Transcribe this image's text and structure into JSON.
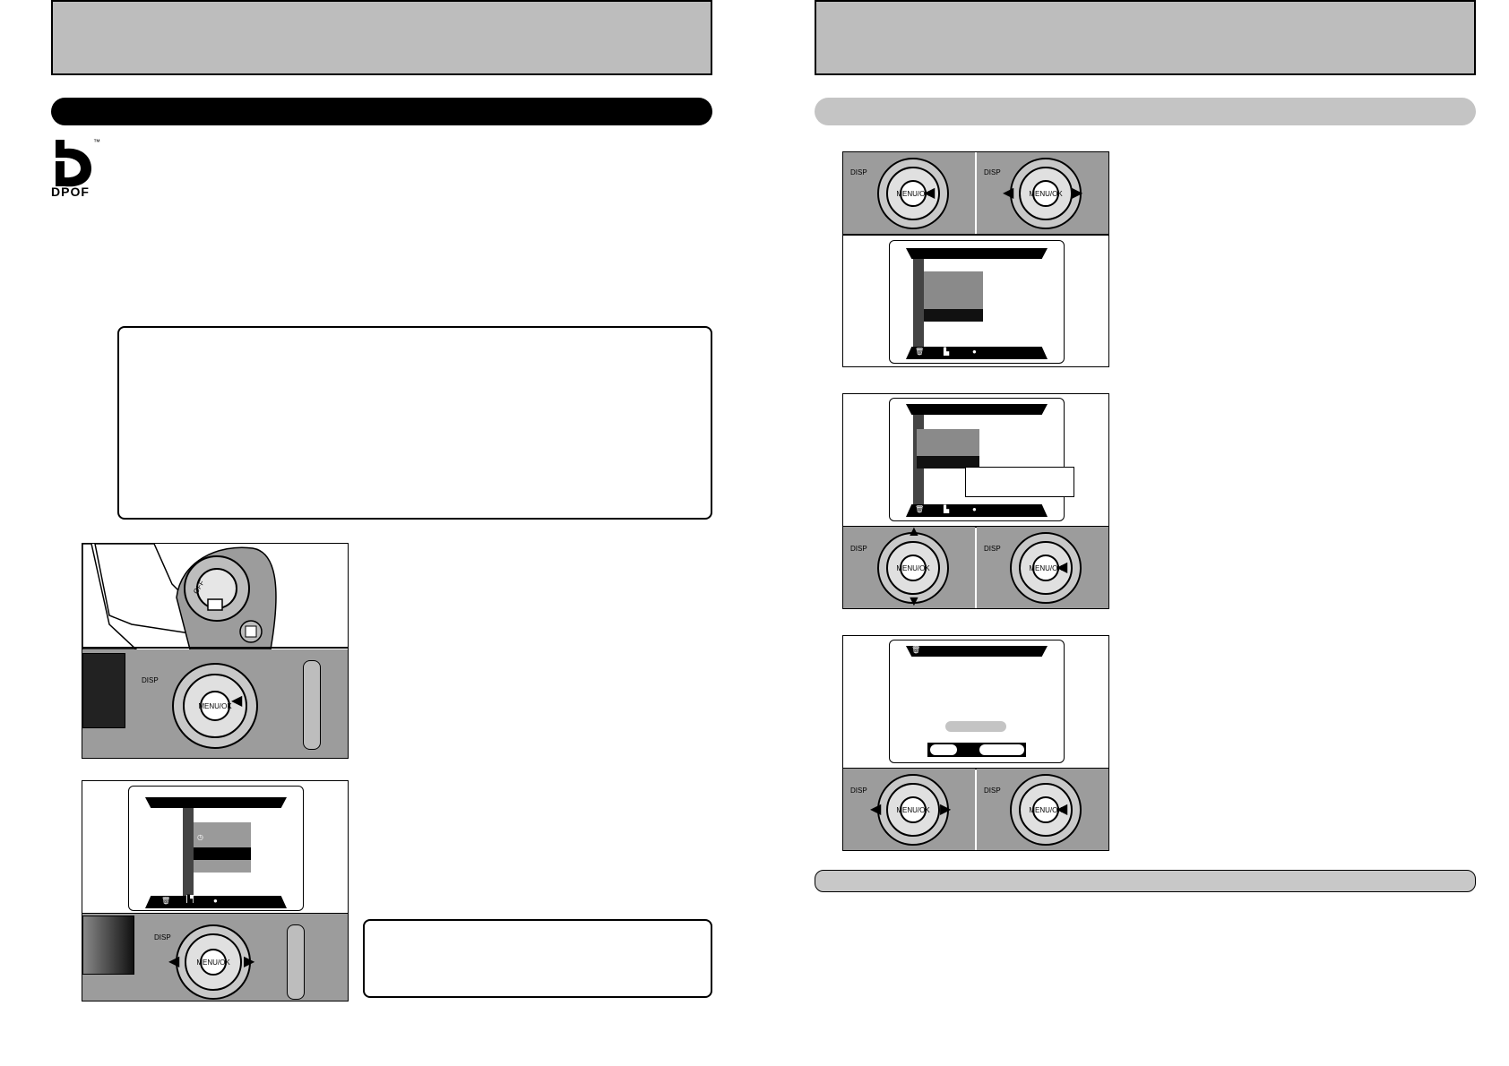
{
  "left_page": {
    "dpof_logo": {
      "text": "DPOF",
      "tm": "™"
    },
    "panel_cam_top": {
      "dial_label": "OFF",
      "disp_label": "DISP",
      "menu_label": "MENU/OK"
    },
    "panel_menu": {
      "disp_label": "DISP",
      "menu_label": "MENU/OK"
    }
  },
  "right_page": {
    "step1": {
      "disp_left": "DISP",
      "disp_right": "DISP",
      "menu_left": "MENU/OK",
      "menu_right": "MENU/OK"
    },
    "step2": {
      "disp_left": "DISP",
      "disp_right": "DISP",
      "menu_left": "MENU/OK",
      "menu_right": "MENU/OK"
    },
    "step3": {
      "disp_left": "DISP",
      "disp_right": "DISP",
      "menu_left": "MENU/OK",
      "menu_right": "MENU/OK"
    }
  },
  "colors": {
    "header_grey": "#bdbdbd",
    "pill_grey": "#c4c4c4",
    "camera_grey": "#9c9c9c"
  },
  "icons": [
    "dpof-logo-icon",
    "trash-icon",
    "print-icon",
    "microphone-icon",
    "clock-icon",
    "arrow-left-icon",
    "arrow-right-icon",
    "arrow-up-icon",
    "arrow-down-icon",
    "press-arrow-icon"
  ]
}
